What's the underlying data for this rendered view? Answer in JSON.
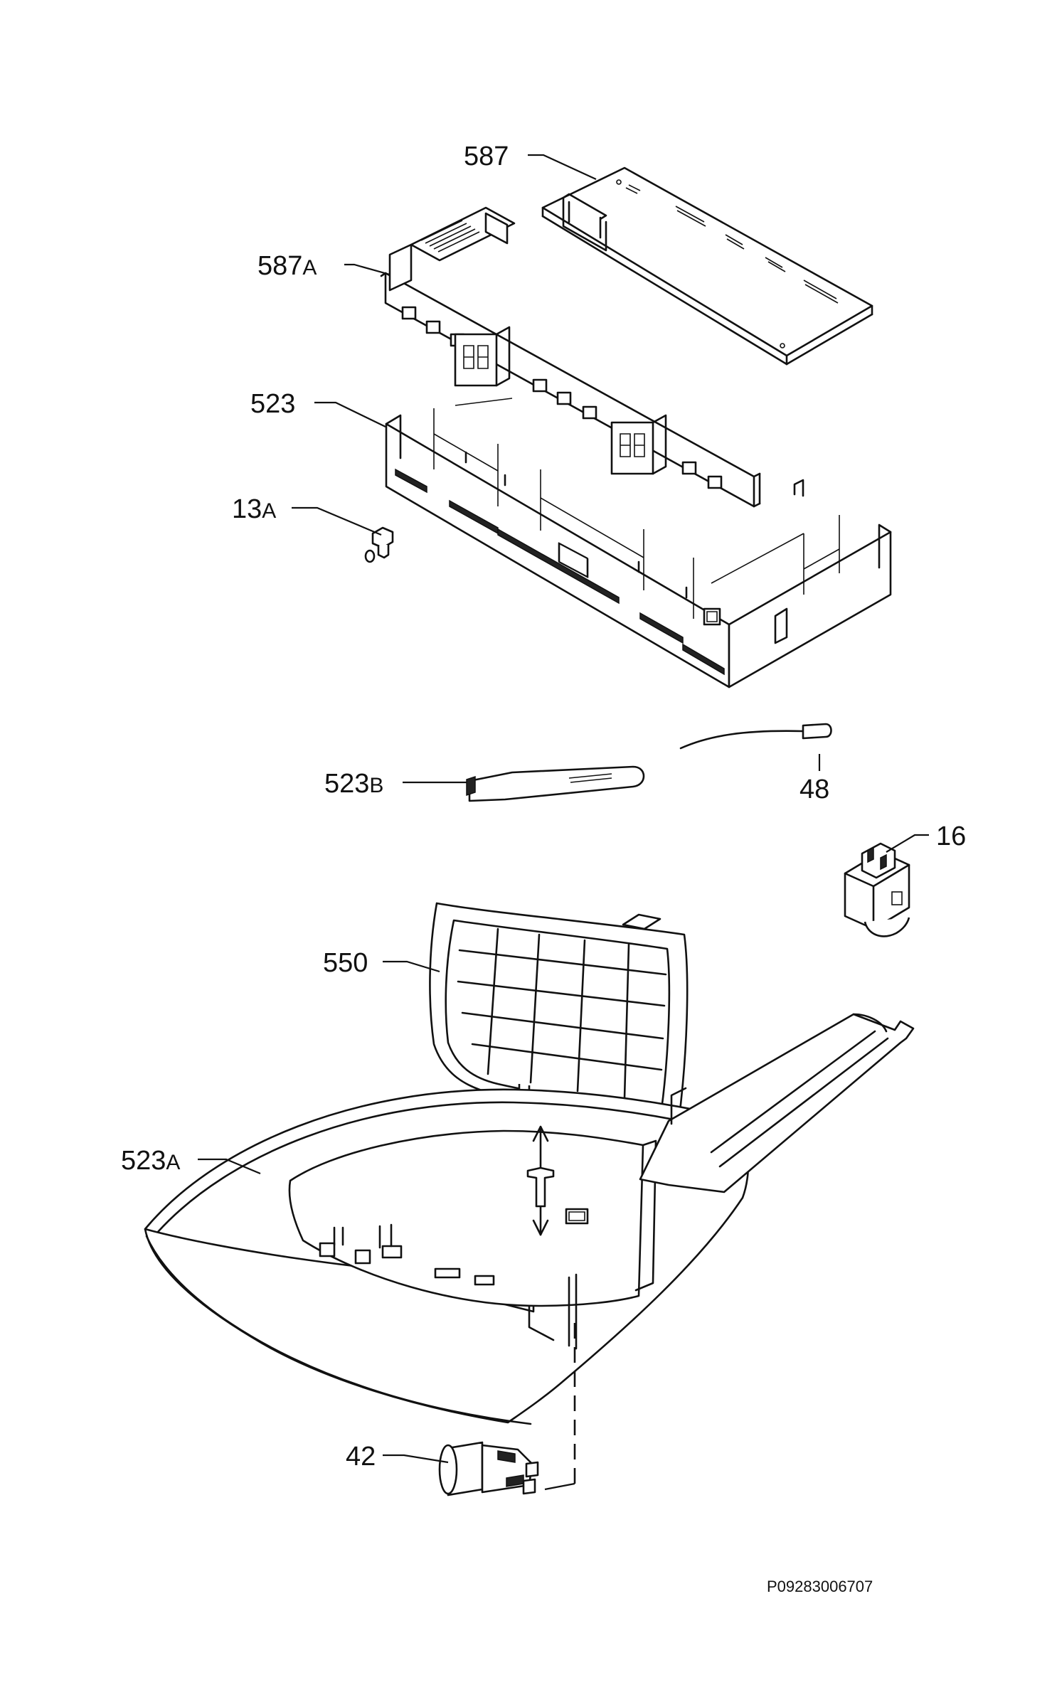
{
  "diagram": {
    "callouts": {
      "p587": {
        "num": "587",
        "suffix": ""
      },
      "p587a": {
        "num": "587",
        "suffix": "A"
      },
      "p523": {
        "num": "523",
        "suffix": ""
      },
      "p13a": {
        "num": "13",
        "suffix": "A"
      },
      "p523b": {
        "num": "523",
        "suffix": "B"
      },
      "p48": {
        "num": "48",
        "suffix": ""
      },
      "p16": {
        "num": "16",
        "suffix": ""
      },
      "p550": {
        "num": "550",
        "suffix": ""
      },
      "p523a": {
        "num": "523",
        "suffix": "A"
      },
      "p42": {
        "num": "42",
        "suffix": ""
      }
    },
    "document_number": "P09283006707"
  }
}
